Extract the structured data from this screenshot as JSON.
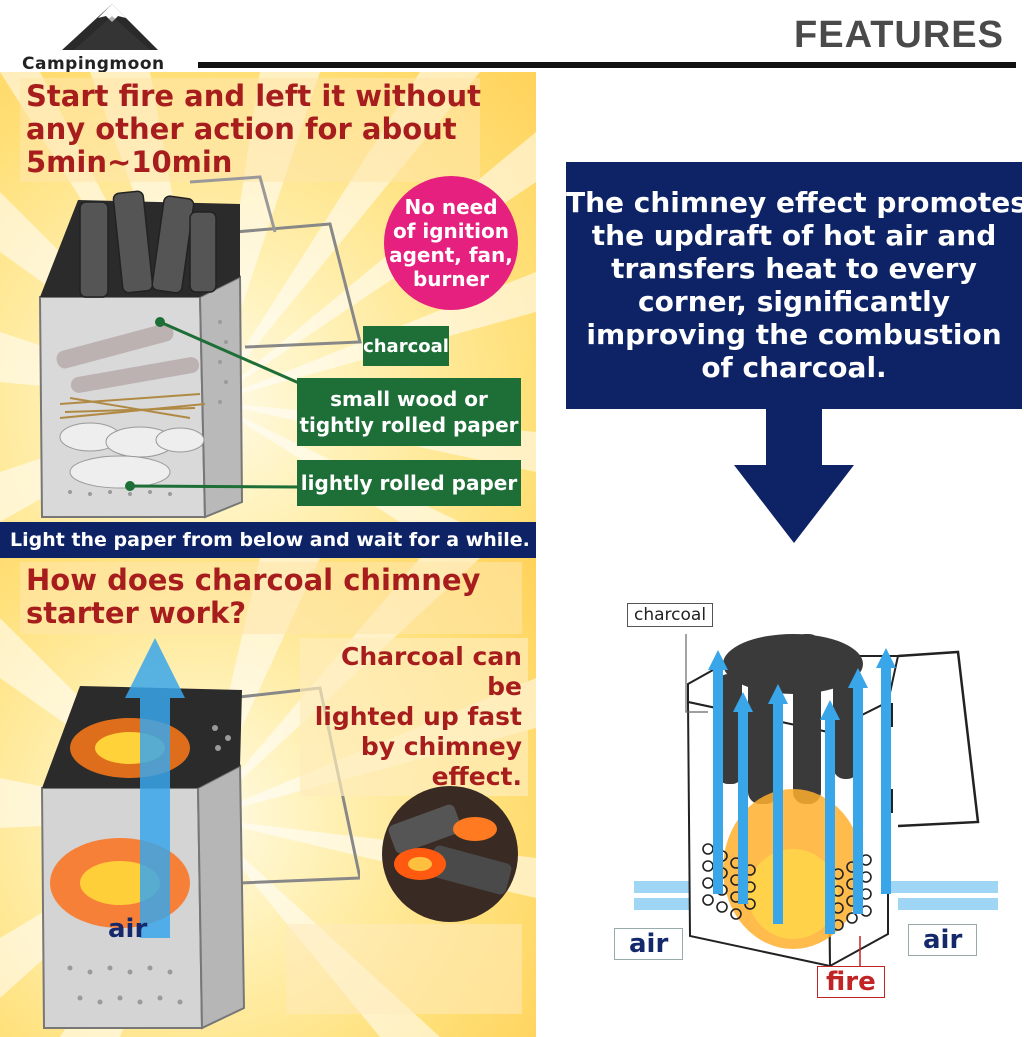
{
  "header": {
    "brand": "Campingmoon",
    "title": "FEATURES"
  },
  "top_panel": {
    "heading_lines": [
      "Start fire and left it without",
      "any other action for about",
      "5min~10min"
    ],
    "badge_lines": [
      "No need",
      "of ignition",
      "agent, fan,",
      "burner"
    ],
    "labels": {
      "charcoal": "charcoal",
      "small_wood_lines": [
        "small wood or",
        "tightly rolled paper"
      ],
      "lightly_rolled": "lightly rolled paper"
    }
  },
  "instruction_bar": "Light the paper from below and wait for a while.",
  "bottom_panel": {
    "heading_lines": [
      "How does charcoal chimney",
      "starter work?"
    ],
    "note_lines": [
      "Charcoal can be",
      "lighted up fast",
      "by chimney",
      "effect."
    ],
    "air_label": "air"
  },
  "info_box": {
    "lines": [
      "The chimney effect promotes",
      "the updraft of hot air and",
      "transfers heat to every",
      "corner, significantly",
      "improving the combustion",
      "of charcoal."
    ]
  },
  "diagram": {
    "charcoal": "charcoal",
    "air_left": "air",
    "air_right": "air",
    "fire": "fire"
  },
  "colors": {
    "navy": "#0d2365",
    "heading_red": "#a71d1d",
    "label_green": "#1e6e37",
    "badge_pink": "#e6207e",
    "air_blue": "#2f9be0"
  }
}
